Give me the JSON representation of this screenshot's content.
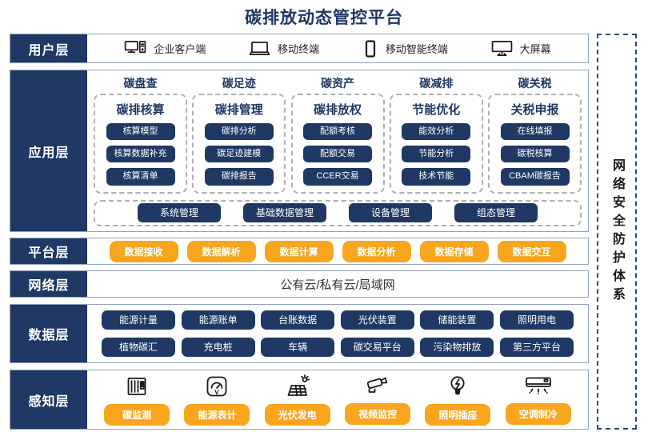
{
  "title": "碳排放动态管控平台",
  "security": {
    "label": "网络安全防护体系"
  },
  "user_layer": {
    "label": "用户层",
    "items": [
      {
        "icon": "desktop-tower-icon",
        "label": "企业客户端"
      },
      {
        "icon": "laptop-icon",
        "label": "移动终端"
      },
      {
        "icon": "tablet-icon",
        "label": "移动智能终端"
      },
      {
        "icon": "big-screen-icon",
        "label": "大屏幕"
      }
    ]
  },
  "application_layer": {
    "label": "应用层",
    "columns": [
      {
        "header": "碳盘查",
        "group_title": "碳排核算",
        "buttons": [
          "核算模型",
          "核算数据补充",
          "核算清单"
        ]
      },
      {
        "header": "碳足迹",
        "group_title": "碳排管理",
        "buttons": [
          "碳排分析",
          "碳足迹建模",
          "碳排报告"
        ]
      },
      {
        "header": "碳资产",
        "group_title": "碳排放权",
        "buttons": [
          "配额考核",
          "配额交易",
          "CCER交易"
        ]
      },
      {
        "header": "碳减排",
        "group_title": "节能优化",
        "buttons": [
          "能效分析",
          "节能分析",
          "技术节能"
        ]
      },
      {
        "header": "碳关税",
        "group_title": "关税申报",
        "buttons": [
          "在线填报",
          "碳税核算",
          "CBAM碳报告"
        ]
      }
    ],
    "common_buttons": [
      "系统管理",
      "基础数据管理",
      "设备管理",
      "组态管理"
    ]
  },
  "platform_layer": {
    "label": "平台层",
    "buttons": [
      "数据接收",
      "数据解析",
      "数据计算",
      "数据分析",
      "数据存储",
      "数据交互"
    ]
  },
  "network_layer": {
    "label": "网络层",
    "content": "公有云/私有云/局域网"
  },
  "data_layer": {
    "label": "数据层",
    "rows": [
      [
        "能源计量",
        "能源账单",
        "台账数据",
        "光伏装置",
        "储能装置",
        "照明用电"
      ],
      [
        "植物碳汇",
        "充电桩",
        "车辆",
        "碳交易平台",
        "污染物排放",
        "第三方平台"
      ]
    ]
  },
  "perception_layer": {
    "label": "感知层",
    "items": [
      {
        "icon": "carbon-monitor-icon",
        "label": "碳监测"
      },
      {
        "icon": "energy-meter-icon",
        "label": "能源表计"
      },
      {
        "icon": "solar-power-icon",
        "label": "光伏发电"
      },
      {
        "icon": "cctv-camera-icon",
        "label": "视频监控"
      },
      {
        "icon": "light-bulb-icon",
        "label": "照明插座"
      },
      {
        "icon": "air-conditioner-icon",
        "label": "空调制冷"
      }
    ]
  },
  "colors": {
    "navy": "#1f3864",
    "amber": "#f9a51d",
    "band_border": "#8fa3c2"
  }
}
